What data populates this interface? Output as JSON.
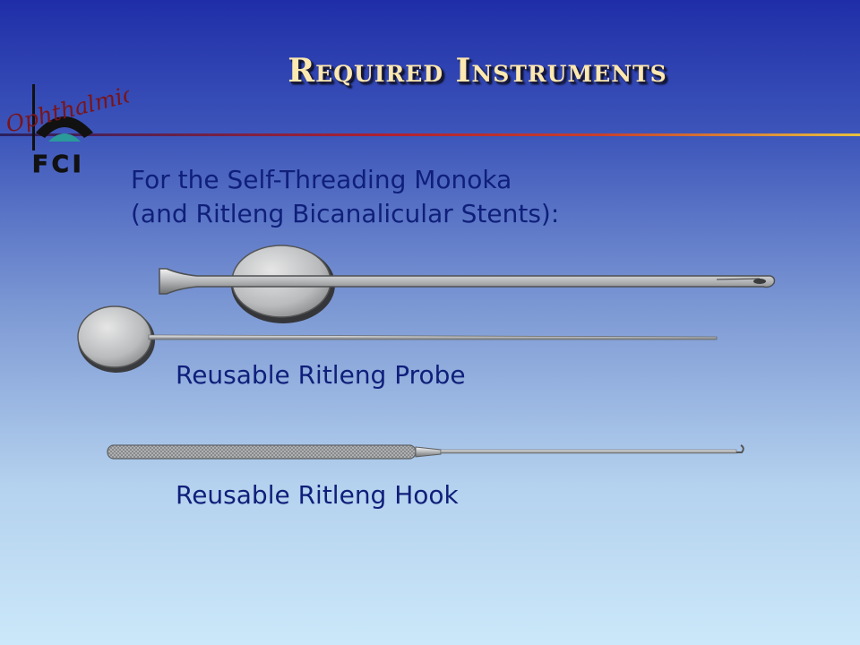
{
  "slide": {
    "title": "Required Instruments",
    "logo": {
      "script_text": "Ophthalmics",
      "mark_text": "FCI"
    },
    "intro_lines": [
      "For the Self-Threading Monoka",
      "(and Ritleng Bicanalicular Stents):"
    ],
    "instruments": [
      {
        "label": "Reusable Ritleng Probe"
      },
      {
        "label": "Reusable Ritleng Hook"
      }
    ]
  }
}
